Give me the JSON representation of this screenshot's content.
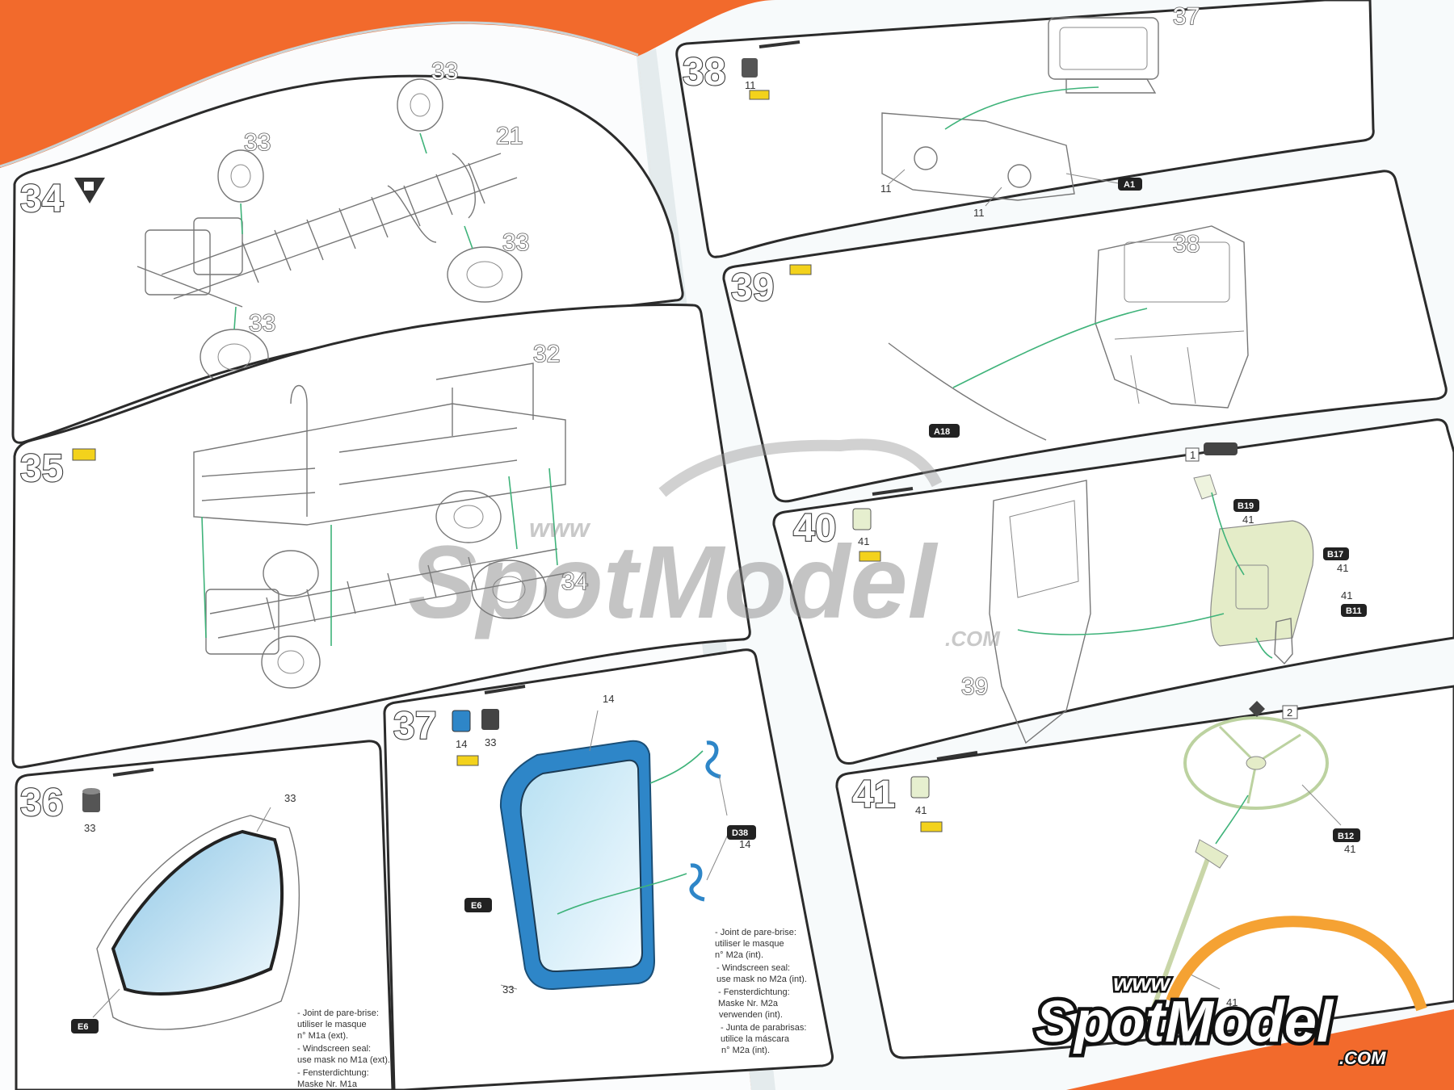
{
  "steps": {
    "s34": {
      "number": "34",
      "refs": [
        "33",
        "33",
        "21",
        "33",
        "33"
      ]
    },
    "s35": {
      "number": "35",
      "refs": [
        "32",
        "34"
      ]
    },
    "s36": {
      "number": "36",
      "paint": "33",
      "ref": "33",
      "tag": "E6",
      "notes": [
        "- Joint de pare-brise:",
        "utiliser le masque",
        "n° M1a (ext).",
        "- Windscreen seal:",
        "use mask no M1a (ext).",
        "- Fensterdichtung:",
        "Maske Nr. M1a"
      ]
    },
    "s37": {
      "number": "37",
      "paints": [
        "14",
        "33"
      ],
      "refs": [
        "14",
        "14",
        "33"
      ],
      "tags": [
        "D38",
        "E6"
      ],
      "notes": [
        "- Joint de pare-brise:",
        "utiliser le masque",
        "n° M2a (int).",
        "- Windscreen seal:",
        "use mask no M2a (int).",
        "- Fensterdichtung:",
        "Maske Nr. M2a",
        "verwenden (int).",
        "- Junta de parabrisas:",
        "utilice la máscara",
        "n° M2a (int)."
      ]
    },
    "s38": {
      "number": "38",
      "paint": "11",
      "refs": [
        "37",
        "11",
        "11"
      ],
      "tag": "A1"
    },
    "s39": {
      "number": "39",
      "refs": [
        "38"
      ],
      "tag": "A18"
    },
    "s40": {
      "number": "40",
      "paint": "41",
      "refs": [
        "39",
        "41",
        "41",
        "41"
      ],
      "tags": [
        "B19",
        "B17",
        "B11"
      ],
      "box": "1"
    },
    "s41": {
      "number": "41",
      "paint": "41",
      "refs": [
        "41",
        "41"
      ],
      "tags": [
        "B12"
      ],
      "box": "2"
    }
  },
  "watermark": {
    "www": "www",
    "brand": "SpotModel",
    "com": ".COM"
  },
  "logo": {
    "www": "www",
    "brand": "SpotModel",
    "com": ".COM"
  },
  "colors": {
    "background": "#f26a2c",
    "paper": "#ffffff",
    "frame": "#2b2b2b",
    "arrow": "#3fb37a",
    "glass": "#9fd0ea",
    "blue_part": "#2e86c8",
    "tag": "#222222",
    "yellow": "#f3d21c",
    "part_tint": "#e4ecc8"
  }
}
